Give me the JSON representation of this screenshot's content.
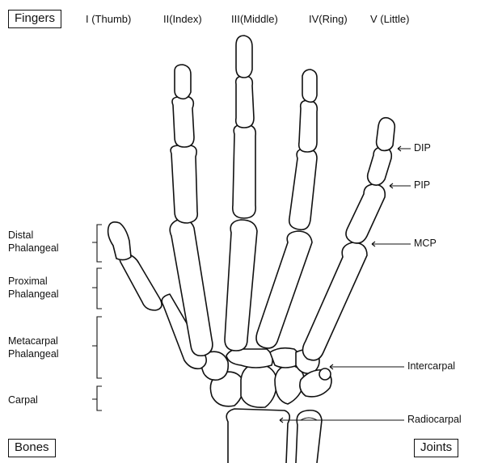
{
  "header": {
    "fingers_title": "Fingers",
    "fingers": [
      "I (Thumb)",
      "II(Index)",
      "III(Middle)",
      "IV(Ring)",
      "V (Little)"
    ]
  },
  "bones": {
    "title": "Bones",
    "groups": [
      {
        "lines": [
          "Distal",
          "Phalangeal"
        ]
      },
      {
        "lines": [
          "Proximal",
          "Phalangeal"
        ]
      },
      {
        "lines": [
          "Metacarpal",
          "Phalangeal"
        ]
      },
      {
        "lines": [
          "Carpal"
        ]
      }
    ]
  },
  "joints": {
    "title": "Joints",
    "items": [
      "DIP",
      "PIP",
      "MCP",
      "Intercarpal",
      "Radiocarpal"
    ]
  },
  "colors": {
    "line": "#111111",
    "background": "#ffffff"
  }
}
